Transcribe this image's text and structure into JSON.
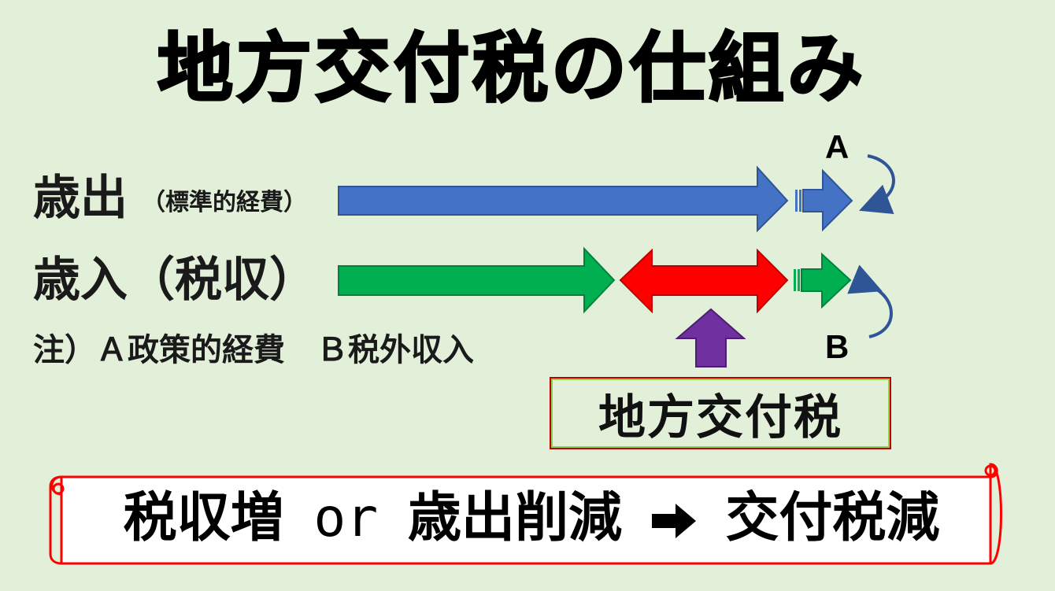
{
  "title": "地方交付税の仕組み",
  "rows": {
    "expenditure": {
      "label": "歳出",
      "sublabel": "（標準的経費）",
      "color": "#4472c4"
    },
    "revenue": {
      "label": "歳入（税収）",
      "color": "#00b050"
    }
  },
  "grant_gap_color": "#ff0000",
  "grant_arrow_color": "#7030a0",
  "markers": {
    "a": "A",
    "b": "B"
  },
  "note": "注）Ａ政策的経費　Ｂ税外収入",
  "grant_box": {
    "label": "地方交付税"
  },
  "summary": {
    "left": "税収増",
    "connector": "or",
    "middle": "歳出削減",
    "right": "交付税減"
  },
  "scroll_border_color": "#ff0000"
}
